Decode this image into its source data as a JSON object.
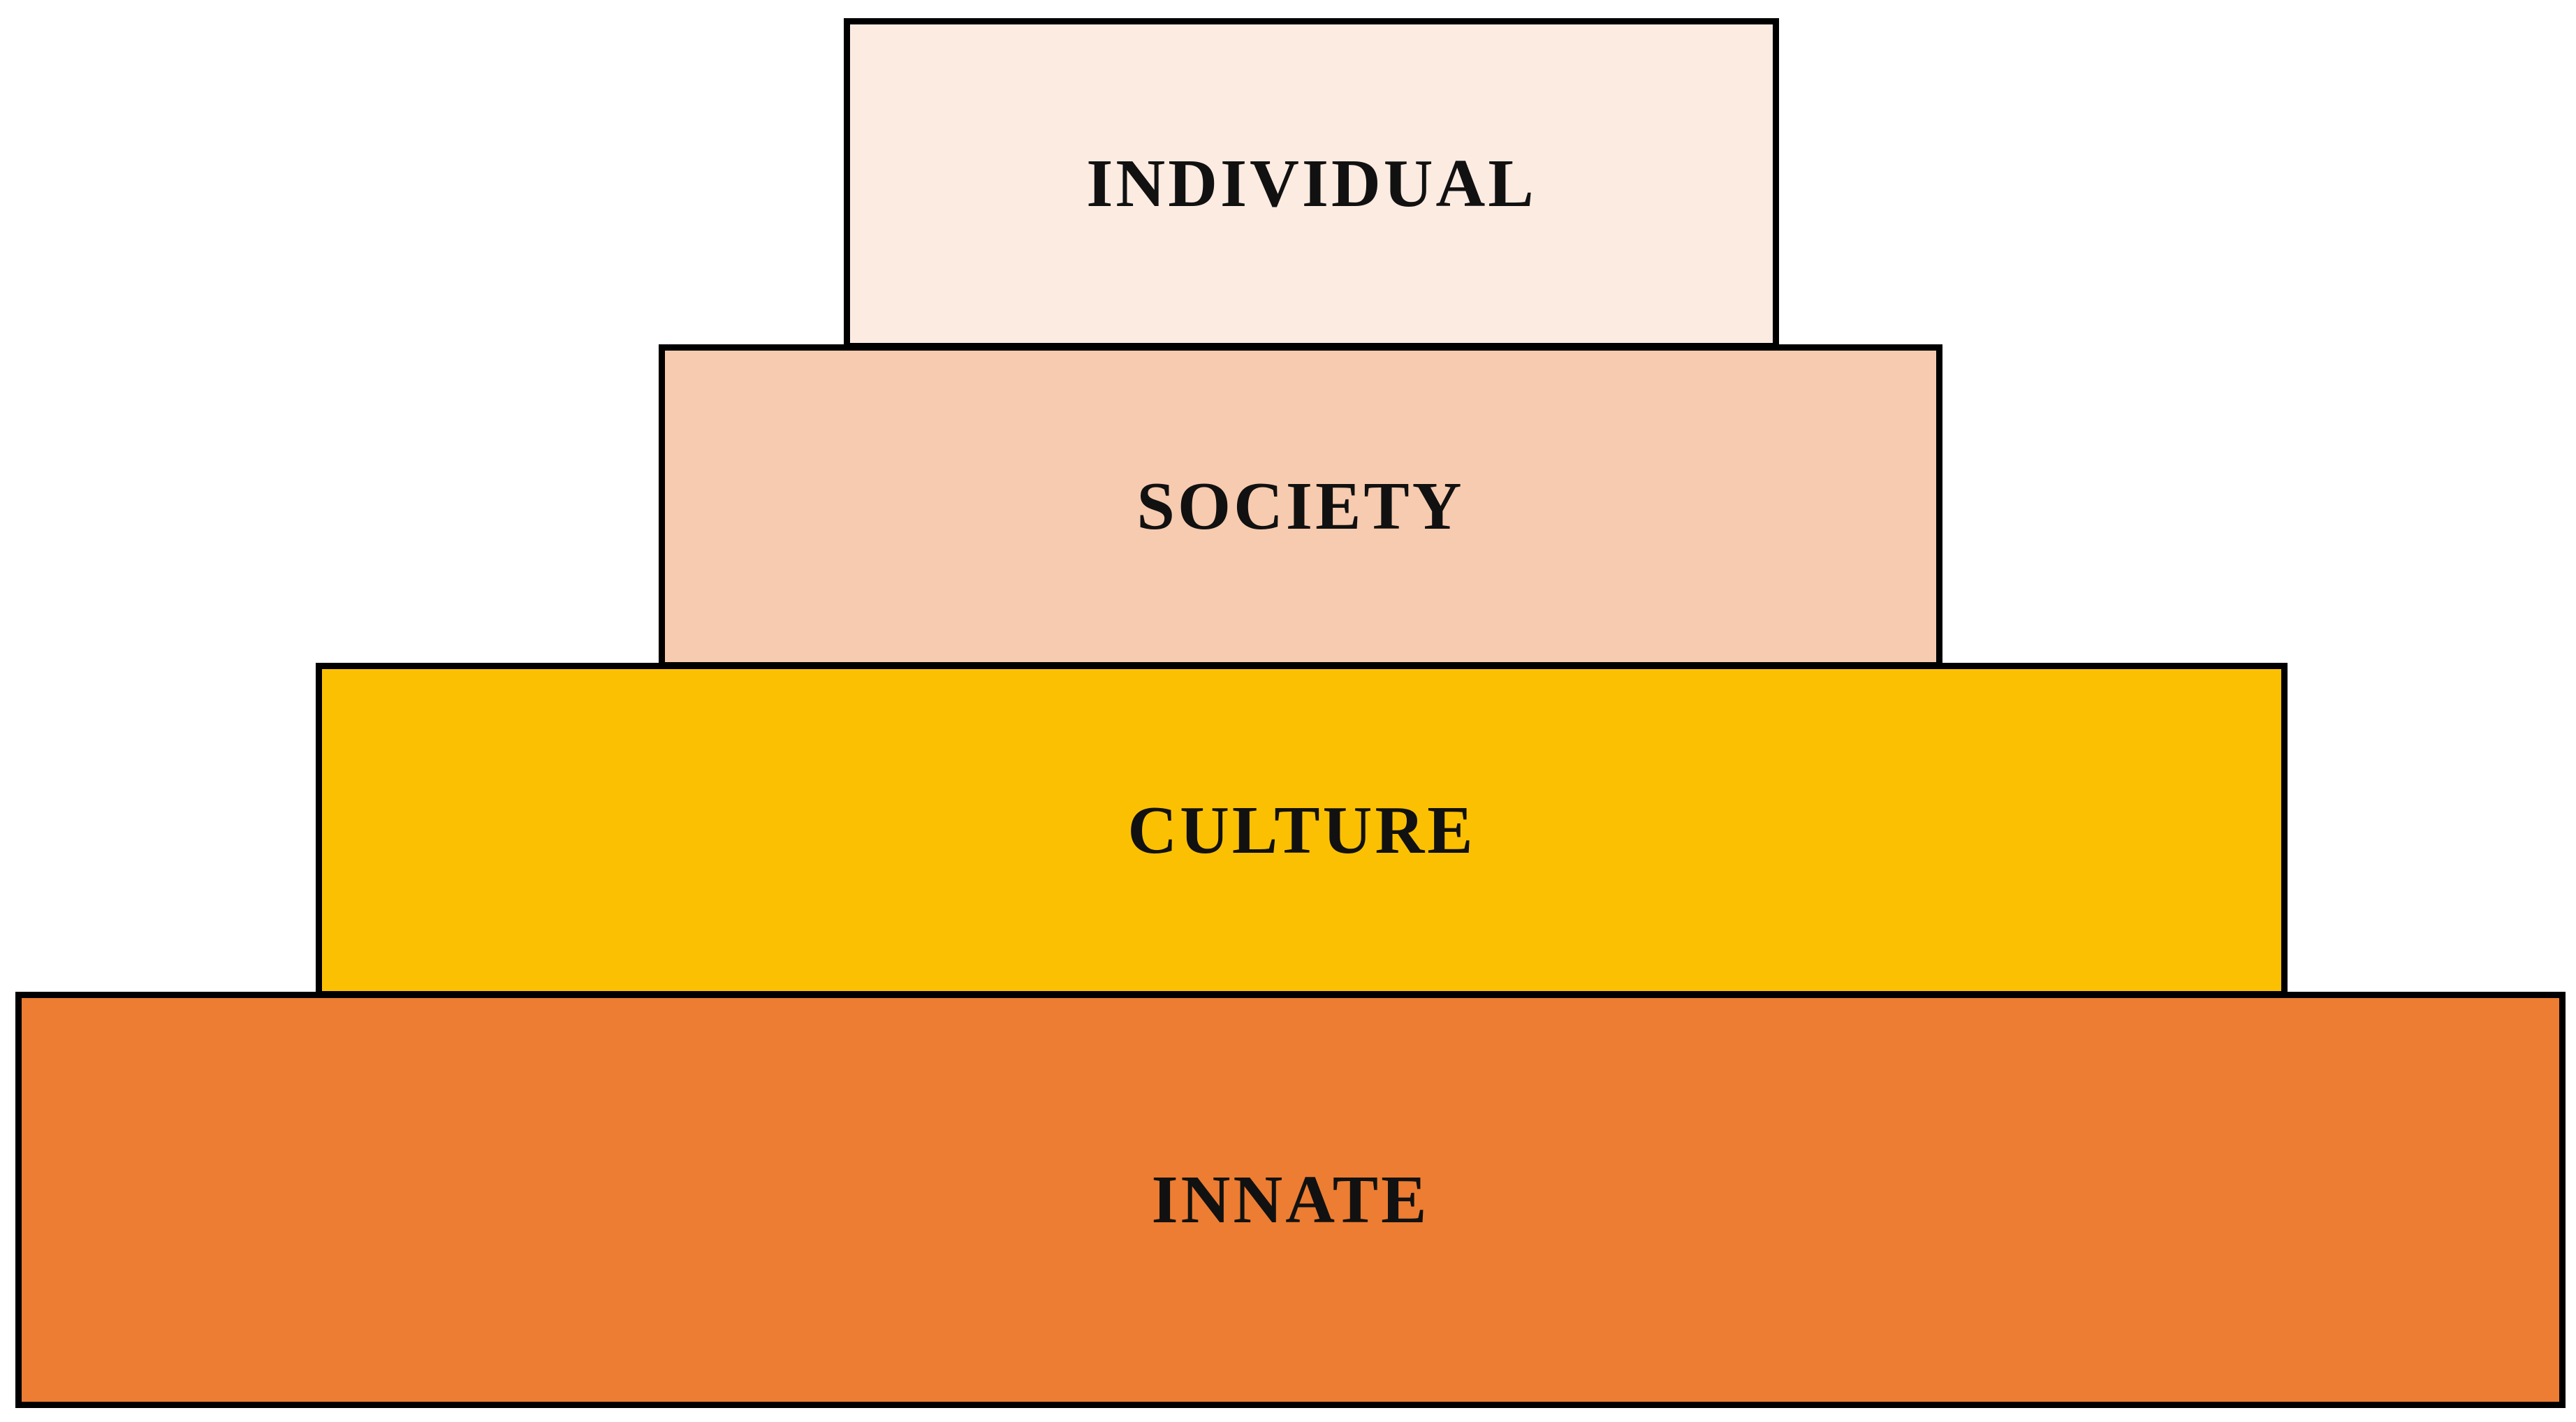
{
  "layers": [
    {
      "label": "INDIVIDUAL",
      "color": "#FCEBE1"
    },
    {
      "label": "SOCIETY",
      "color": "#F7CBAF"
    },
    {
      "label": "CULTURE",
      "color": "#FCC003"
    },
    {
      "label": "INNATE",
      "color": "#EC7D32"
    }
  ],
  "border_color": "#000000"
}
